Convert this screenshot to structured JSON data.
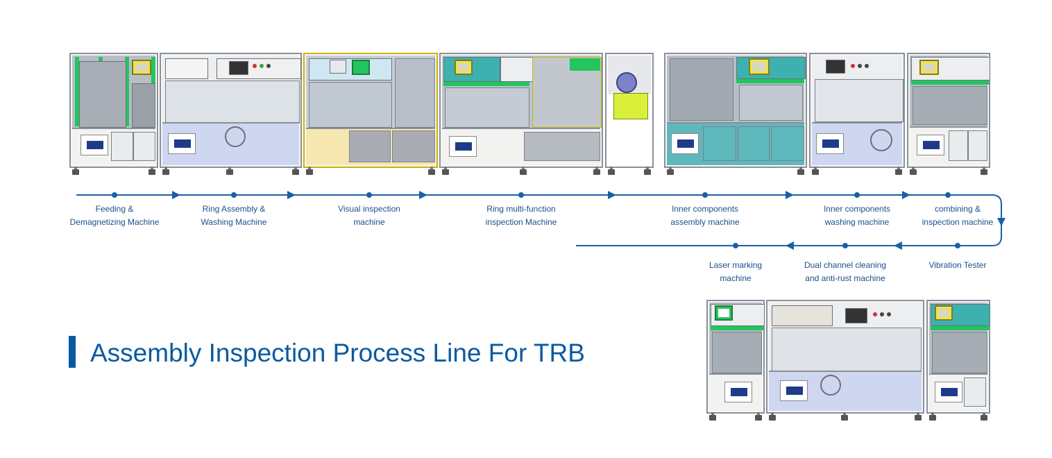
{
  "title": "Assembly Inspection Process Line For TRB",
  "colors": {
    "accent": "#0a5aa0",
    "flow_line": "#1a5fa8",
    "label_text": "#1a4f8a",
    "machine_green": "#22c55e",
    "screen_yellow": "#f5e43a"
  },
  "process_steps": [
    {
      "label": "Feeding &\nDemagnetizing Machine"
    },
    {
      "label": "Ring Assembly &\nWashing Machine"
    },
    {
      "label": "Visual inspection\nmachine"
    },
    {
      "label": "Ring multi-function\ninspection Machine"
    },
    {
      "label": "Inner components\nassembly machine"
    },
    {
      "label": "Inner components\nwashing machine"
    },
    {
      "label": "combining &\ninspection machine"
    },
    {
      "label": "Vibration Tester"
    },
    {
      "label": "Dual channel cleaning\nand anti-rust machine"
    },
    {
      "label": "Laser marking\nmachine"
    }
  ]
}
